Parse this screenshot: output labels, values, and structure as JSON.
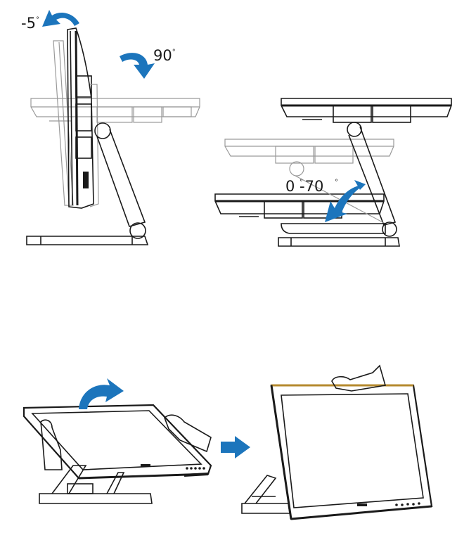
{
  "labels": {
    "tilt_back": "-5",
    "tilt_forward": "90",
    "height_range": "0 -70",
    "degree_mark": "°"
  },
  "colors": {
    "arrow": "#1c75bc",
    "line": "#1a1a1a",
    "ghost_line": "#9a9a9a",
    "top_edge_highlight": "#b58a2e"
  },
  "icons": {
    "tilt_back_arrow": "curved-arrow-icon",
    "tilt_forward_arrow": "curved-arrow-icon",
    "height_arrow": "double-curved-arrow-icon",
    "rotate_arrow": "curved-arrow-icon",
    "next_step_arrow": "right-arrow-icon"
  }
}
